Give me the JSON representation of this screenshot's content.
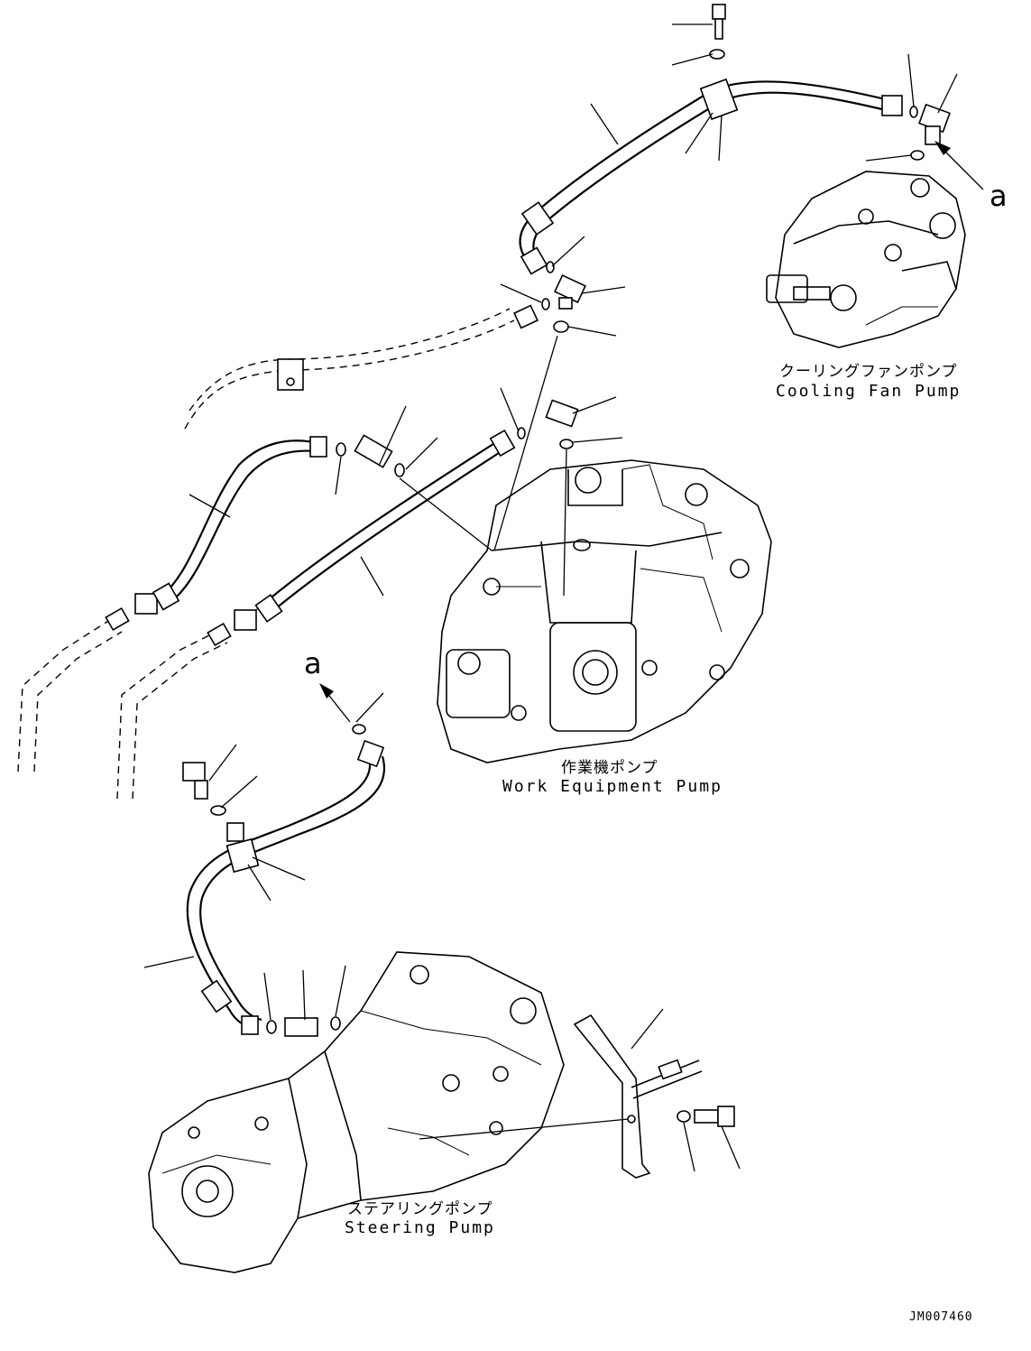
{
  "labels": {
    "cooling_fan_pump_jp": "クーリングファンポンプ",
    "cooling_fan_pump_en": "Cooling Fan Pump",
    "work_equipment_pump_jp": "作業機ポンプ",
    "work_equipment_pump_en": "Work Equipment Pump",
    "steering_pump_jp": "ステアリングポンプ",
    "steering_pump_en": "Steering Pump",
    "view_ref_top": "a",
    "view_ref_left": "a",
    "document_id": "JM007460"
  }
}
